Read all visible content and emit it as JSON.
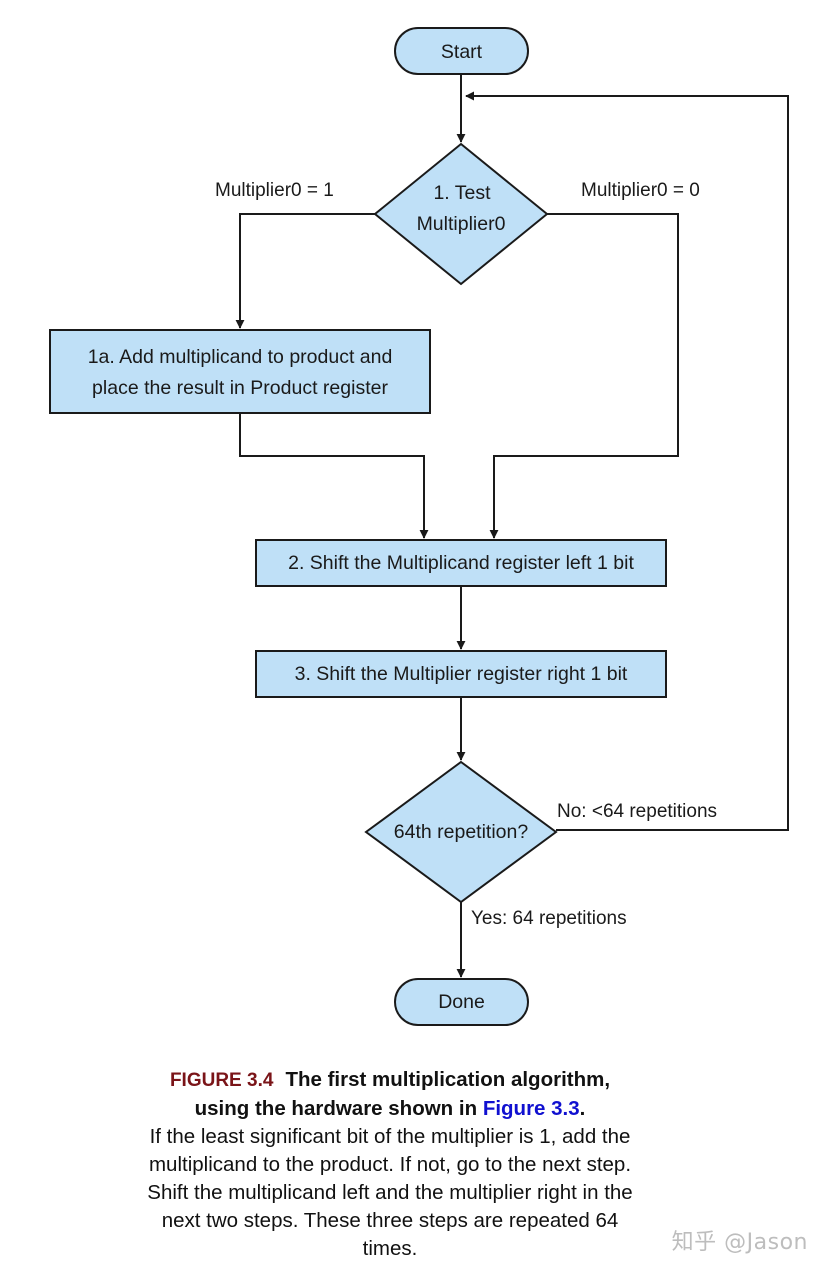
{
  "diagram": {
    "start": "Start",
    "decision_test": [
      "1.  Test",
      "Multiplier0"
    ],
    "branch_left_label": "Multiplier0 = 1",
    "branch_right_label": "Multiplier0 = 0",
    "step_1a": [
      "1a.  Add multiplicand to product and",
      "place the result in Product register"
    ],
    "step_2": "2.  Shift the Multiplicand register left 1 bit",
    "step_3": "3.  Shift the Multiplier register right 1 bit",
    "decision_repetition": "64th repetition?",
    "no_label": "No: <64 repetitions",
    "yes_label": "Yes: 64 repetitions",
    "done": "Done"
  },
  "caption": {
    "figure_label": "FIGURE 3.4",
    "title_part1": "The first multiplication algorithm,",
    "title_part2": "using the hardware shown in",
    "title_link": "Figure 3.3",
    "title_end": ".",
    "body": [
      "If the least significant bit of the multiplier is 1, add the",
      "multiplicand to the product. If not, go to the next step.",
      "Shift the multiplicand left and the multiplier right in the",
      "next two steps. These three steps are repeated 64",
      "times."
    ]
  },
  "watermark": "知乎 @Jason",
  "colors": {
    "node_fill": "#bfe0f7",
    "stroke": "#1a1a1a",
    "figure_label": "#7a1418",
    "link": "#1010d0"
  }
}
